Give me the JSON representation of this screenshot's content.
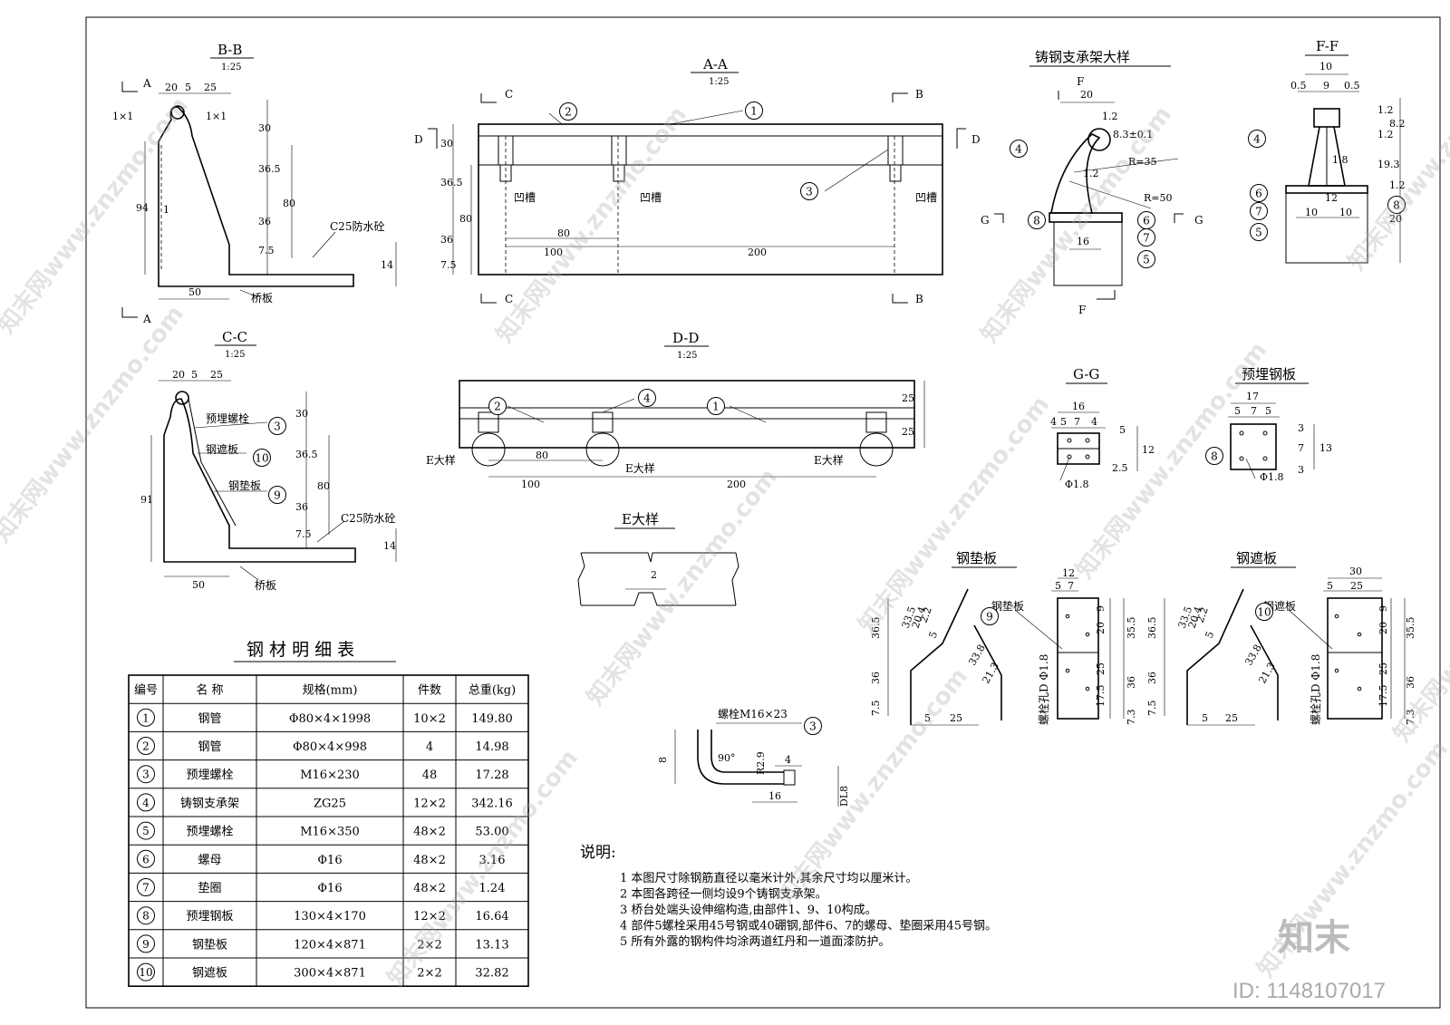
{
  "views": {
    "bb": {
      "title": "B-B",
      "scale": "1:25",
      "labels": {
        "c25": "C25防水砼",
        "bridge": "桥板",
        "a_top": "A",
        "a_bottom": "A",
        "slope_left": "1×1",
        "slope_right": "1×1"
      },
      "dims": {
        "d20": "20",
        "d5": "5",
        "d25": "25",
        "d30": "30",
        "d365": "36.5",
        "d80": "80",
        "d36": "36",
        "d75": "7.5",
        "d94": "94",
        "d1": "1",
        "d50": "50",
        "d14": "14"
      }
    },
    "aa": {
      "title": "A-A",
      "scale": "1:25",
      "labels": {
        "groove1": "凹槽",
        "groove2": "凹槽",
        "groove3": "凹槽",
        "c_top": "C",
        "c_bottom": "C",
        "b_top": "B",
        "b_bottom": "B",
        "d_left": "D",
        "d_right": "D"
      },
      "dims": {
        "d30": "30",
        "d365": "36.5",
        "d80": "80",
        "d36": "36",
        "d75": "7.5",
        "d100": "100",
        "d80b": "80",
        "d200": "200"
      }
    },
    "cc": {
      "title": "C-C",
      "scale": "1:25",
      "labels": {
        "bolt": "预埋螺栓",
        "shield": "钢遮板",
        "pad": "钢垫板",
        "c25": "C25防水砼",
        "bridge": "桥板"
      },
      "dims": {
        "d20": "20",
        "d5": "5",
        "d25": "25",
        "d30": "30",
        "d365": "36.5",
        "d80": "80",
        "d36": "36",
        "d75": "7.5",
        "d91": "91",
        "d50": "50",
        "d14": "14"
      }
    },
    "dd": {
      "title": "D-D",
      "scale": "1:25",
      "labels": {
        "e1": "E大样",
        "e2": "E大样",
        "e3": "E大样"
      },
      "dims": {
        "d25a": "25",
        "d25b": "25",
        "d80": "80",
        "d100": "100",
        "d200": "200"
      }
    },
    "e": {
      "title": "E大样",
      "dims": {
        "d2": "2"
      }
    },
    "bracket": {
      "title": "铸钢支承架大样",
      "labels": {
        "f_top": "F",
        "f_bottom": "F",
        "g_left": "G",
        "g_right": "G"
      },
      "dims": {
        "d20": "20",
        "d12a": "1.2",
        "d83": "8.3±0.1",
        "d12b": "1.2",
        "r35": "R=35",
        "r50": "R=50",
        "d16": "16"
      }
    },
    "ff": {
      "title": "F-F",
      "dims": {
        "d10": "10",
        "d05a": "0.5",
        "d9": "9",
        "d05b": "0.5",
        "d12a": "1.2",
        "d12b": "1.2",
        "d82": "8.2",
        "d18": "1.8",
        "d193": "19.3",
        "d12c": "1.2",
        "d12d": "12",
        "d10a": "10",
        "d10b": "10",
        "d20": "20"
      }
    },
    "gg": {
      "title": "G-G",
      "dims": {
        "d16": "16",
        "d4a": "4",
        "d5": "5",
        "d7": "7",
        "d4b": "4",
        "d5b": "5",
        "d12": "12",
        "d25": "2.5",
        "phi": "Φ1.8"
      }
    },
    "plate": {
      "title": "预埋钢板",
      "dims": {
        "d17": "17",
        "d5a": "5",
        "d7": "7",
        "d5b": "5",
        "d3a": "3",
        "d7b": "7",
        "d13": "13",
        "d3b": "3",
        "phi": "Φ1.8"
      }
    },
    "padplate": {
      "title": "钢垫板",
      "label": "钢垫板",
      "bolt": "螺栓孔D Φ1.8",
      "dims": {
        "d365": "36.5",
        "d36": "36",
        "d75": "7.5",
        "d5": "5",
        "d25": "25",
        "d12": "12",
        "d5b": "5",
        "d7": "7",
        "d20": "20",
        "d9": "9",
        "d355": "35.5",
        "d25b": "25",
        "d175": "17.5",
        "d36b": "36",
        "d73": "7.3",
        "s1": "2.2",
        "s2": "20.4",
        "s3": "33.5",
        "s4": "5",
        "s5": "33.8",
        "s6": "21.3"
      }
    },
    "shieldplate": {
      "title": "钢遮板",
      "label": "钢遮板",
      "bolt": "螺栓孔D Φ1.8",
      "dims": {
        "d365": "36.5",
        "d36": "36",
        "d75": "7.5",
        "d5": "5",
        "d25": "25",
        "d30": "30",
        "d5b": "5",
        "d25c": "25",
        "d20": "20",
        "d9": "9",
        "d355": "35.5",
        "d25b": "25",
        "d175": "17.5",
        "d36b": "36",
        "d73": "7.3",
        "s1": "2.2",
        "s2": "20.4",
        "s3": "33.5",
        "s4": "5",
        "s5": "33.8",
        "s6": "21.3"
      }
    },
    "bolt": {
      "label": "螺栓M16×23",
      "dims": {
        "d8": "8",
        "r": "R2.9",
        "a": "90°",
        "d4": "4",
        "d16": "16",
        "dl": "DL8"
      }
    }
  },
  "markers": [
    "1",
    "2",
    "3",
    "4",
    "5",
    "6",
    "7",
    "8",
    "9",
    "10"
  ],
  "table": {
    "title": "钢 材 明 细 表",
    "headers": [
      "编号",
      "名  称",
      "规格(mm)",
      "件数",
      "总重(kg)"
    ],
    "rows": [
      [
        "1",
        "钢管",
        "Φ80×4×1998",
        "10×2",
        "149.80"
      ],
      [
        "2",
        "钢管",
        "Φ80×4×998",
        "4",
        "14.98"
      ],
      [
        "3",
        "预埋螺栓",
        "M16×230",
        "48",
        "17.28"
      ],
      [
        "4",
        "铸钢支承架",
        "ZG25",
        "12×2",
        "342.16"
      ],
      [
        "5",
        "预埋螺栓",
        "M16×350",
        "48×2",
        "53.00"
      ],
      [
        "6",
        "螺母",
        "Φ16",
        "48×2",
        "3.16"
      ],
      [
        "7",
        "垫圈",
        "Φ16",
        "48×2",
        "1.24"
      ],
      [
        "8",
        "预埋钢板",
        "130×4×170",
        "12×2",
        "16.64"
      ],
      [
        "9",
        "钢垫板",
        "120×4×871",
        "2×2",
        "13.13"
      ],
      [
        "10",
        "钢遮板",
        "300×4×871",
        "2×2",
        "32.82"
      ]
    ]
  },
  "notes": {
    "title": "说明:",
    "items": [
      "1  本图尺寸除钢筋直径以毫米计外,其余尺寸均以厘米计。",
      "2  本图各跨径一侧均设9个铸钢支承架。",
      "3  桥台处端头设伸缩构造,由部件1、9、10构成。",
      "4  部件5螺栓采用45号钢或40硼钢,部件6、7的螺母、垫圈采用45号钢。",
      "5  所有外露的钢构件均涂两道红丹和一道面漆防护。"
    ]
  },
  "watermark": {
    "text": "知末网www.znzmo.com",
    "brand": "知末",
    "id": "ID: 1148107017"
  }
}
